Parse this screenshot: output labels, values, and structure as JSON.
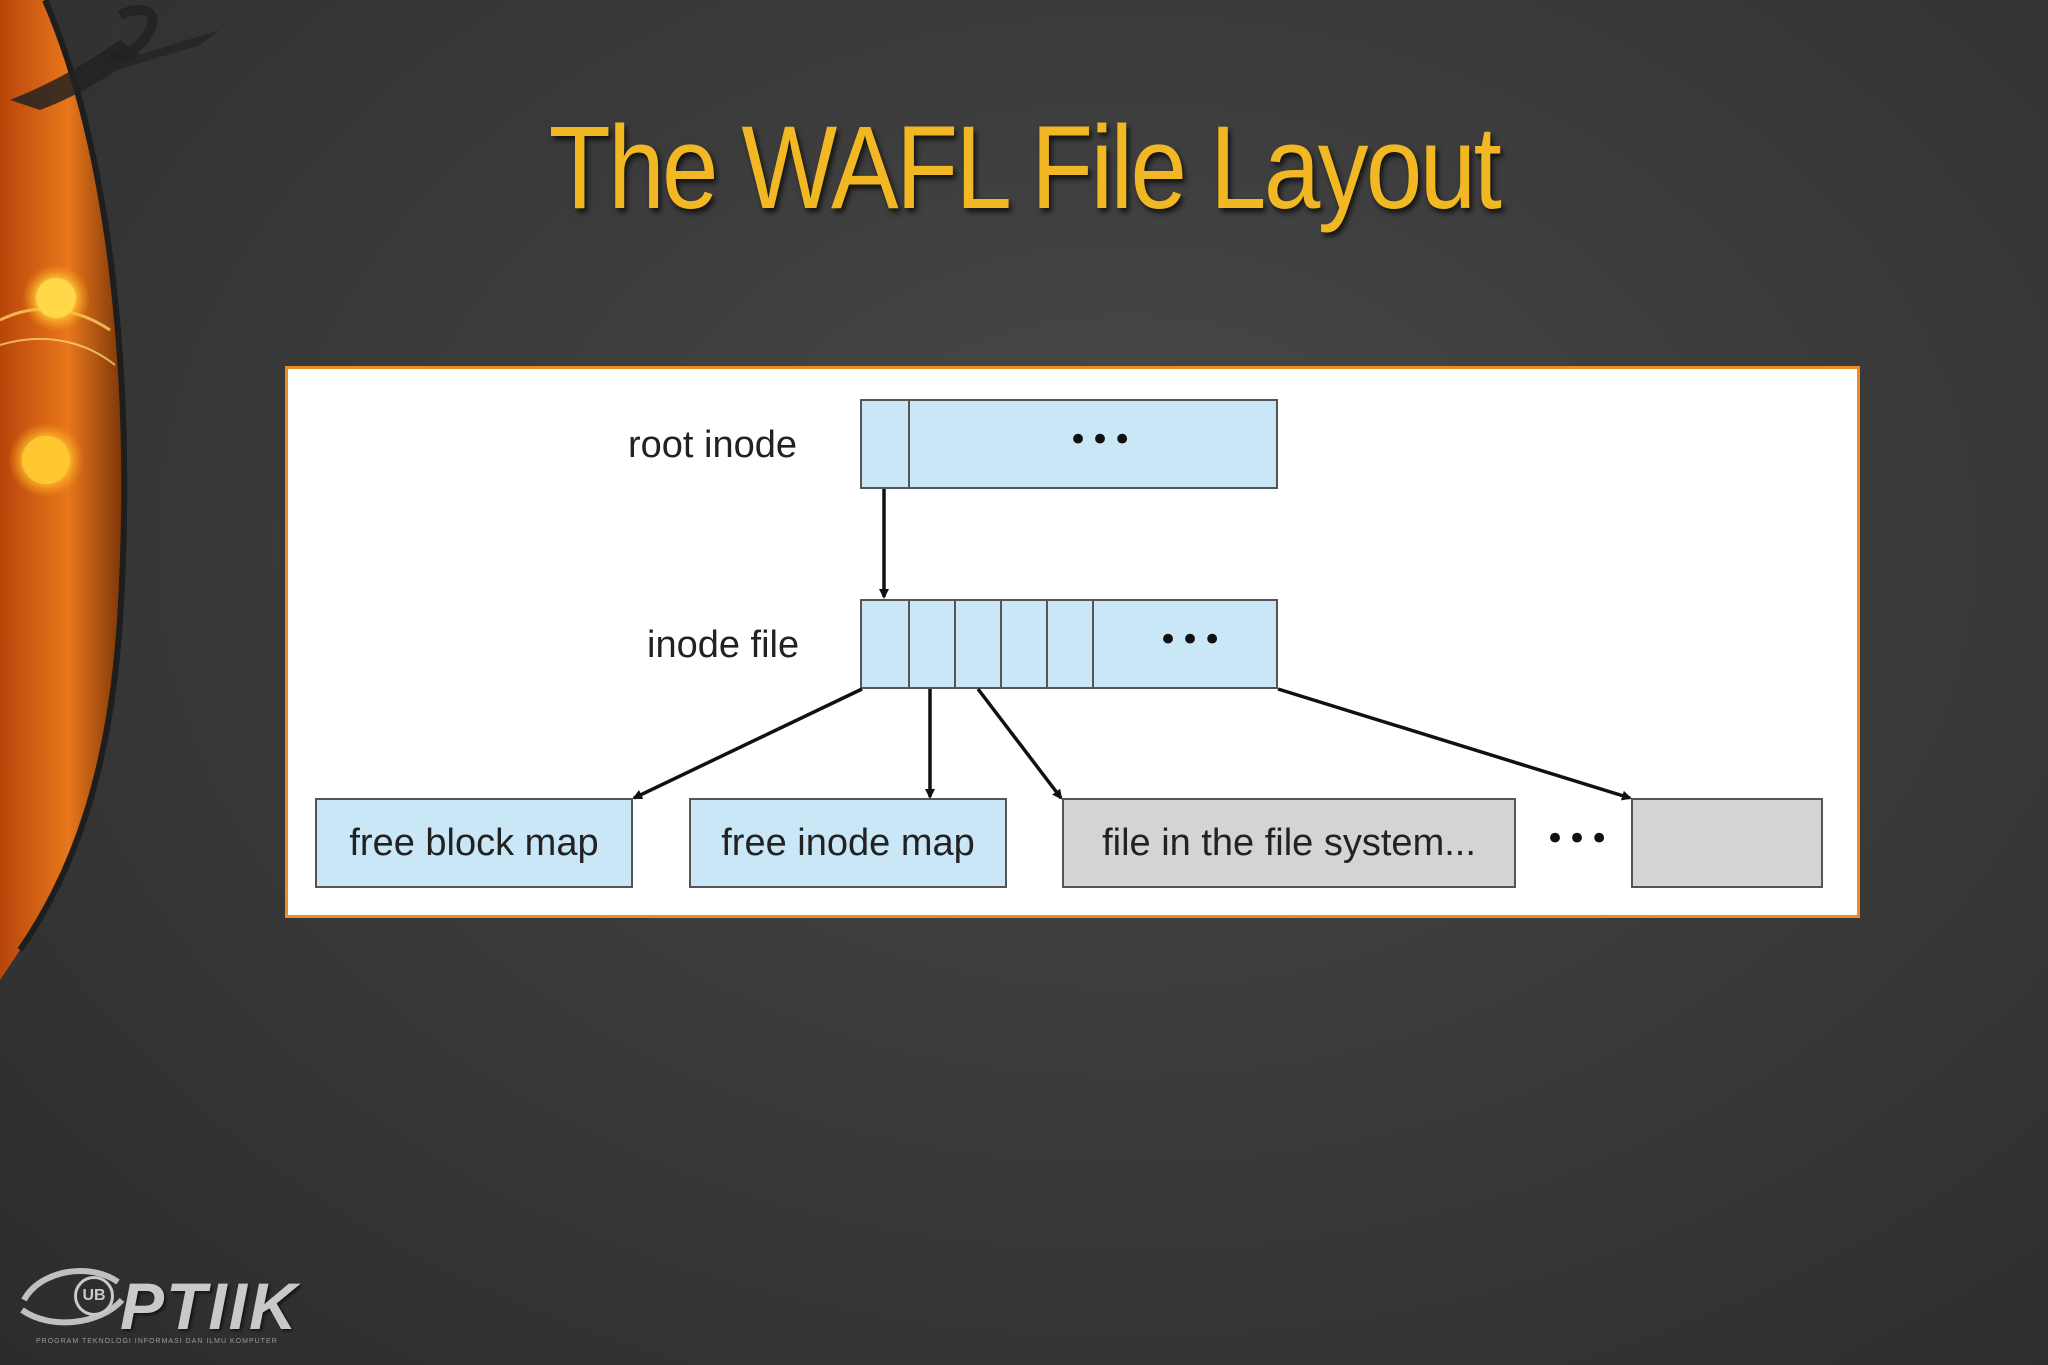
{
  "slide": {
    "title": "The WAFL File Layout"
  },
  "diagram": {
    "root_label": "root inode",
    "inode_label": "inode file",
    "root_ellipsis": "•••",
    "inode_ellipsis": "•••",
    "row_ellipsis": "•••",
    "boxes": {
      "free_block_map": "free block map",
      "free_inode_map": "free inode map",
      "file_in_fs": "file in the file system..."
    }
  },
  "branding": {
    "logo_text": "PTIIK",
    "badge_text": "UB",
    "tagline": "PROGRAM TEKNOLOGI INFORMASI DAN ILMU KOMPUTER"
  },
  "colors": {
    "title": "#f2b824",
    "panel_border": "#f08a28",
    "block_blue": "#c9e7f7",
    "block_gray": "#d4d4d4"
  }
}
